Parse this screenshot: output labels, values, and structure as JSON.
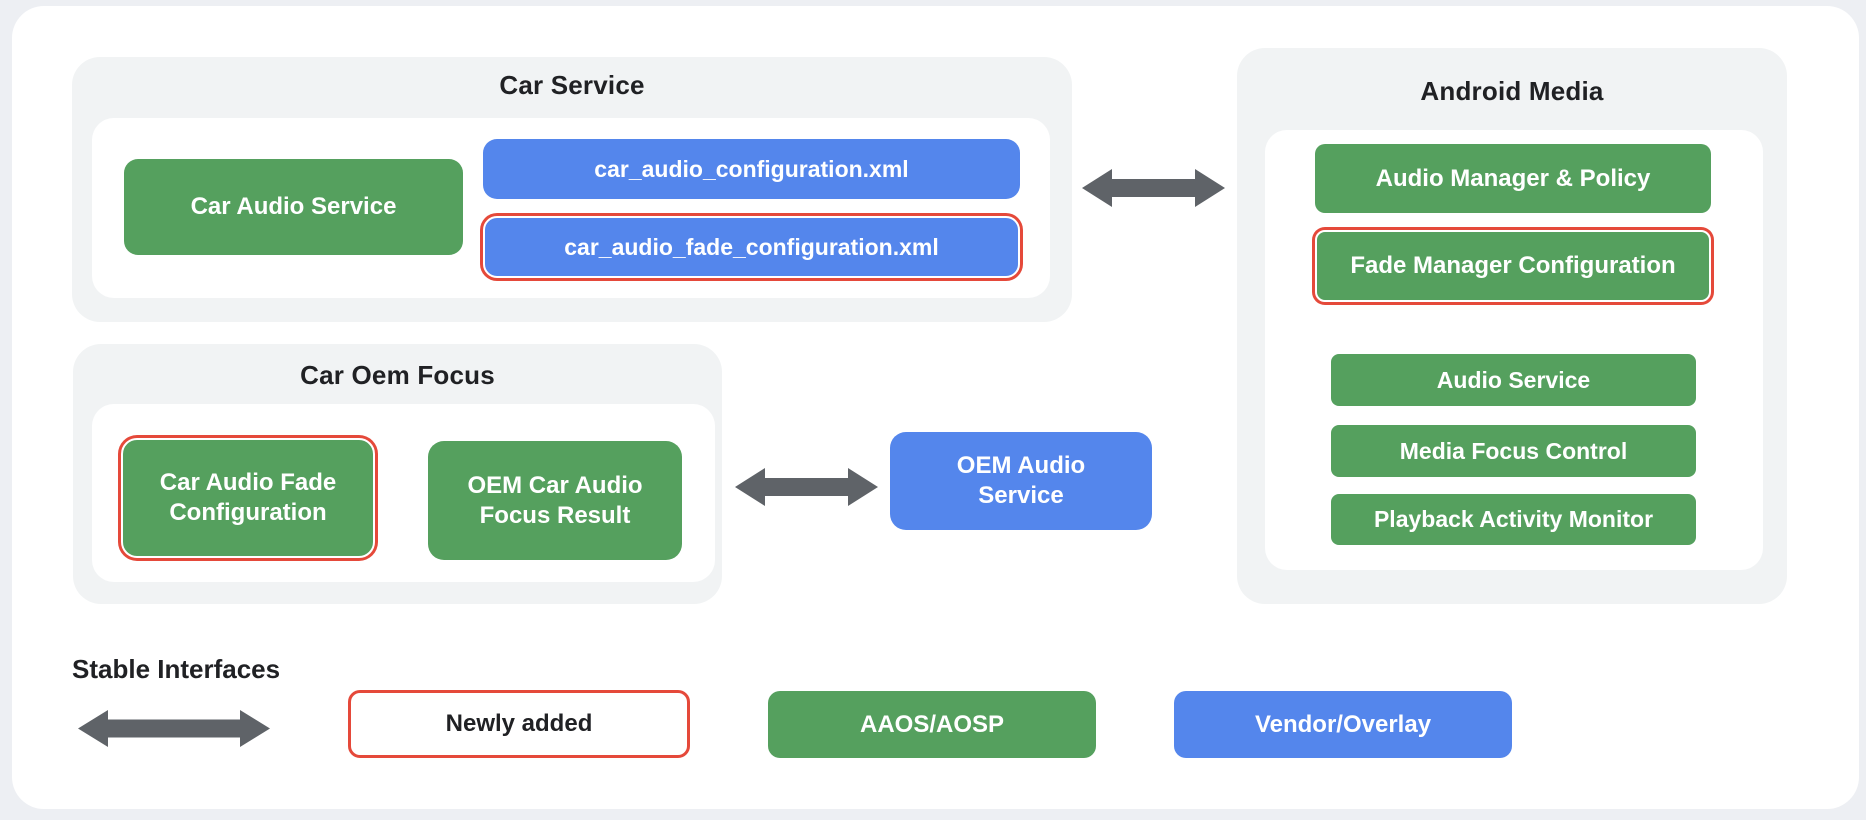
{
  "palette": {
    "green": "#55a05e",
    "blue": "#5486ec",
    "red": "#e5493a",
    "arrow_gray": "#5f6368",
    "group_bg": "#f1f3f4",
    "page_bg": "#edeff3",
    "text_dark": "#202124"
  },
  "groups": {
    "car_service": {
      "title": "Car Service",
      "car_audio_service": "Car Audio Service",
      "car_audio_configuration": "car_audio_configuration.xml",
      "car_audio_fade_configuration": "car_audio_fade_configuration.xml"
    },
    "android_media": {
      "title": "Android Media",
      "audio_manager_policy": "Audio Manager & Policy",
      "fade_manager_configuration": "Fade Manager Configuration",
      "audio_service": "Audio Service",
      "media_focus_control": "Media Focus Control",
      "playback_activity_monitor": "Playback Activity Monitor"
    },
    "car_oem_focus": {
      "title": "Car Oem Focus",
      "car_audio_fade_configuration": "Car Audio Fade Configuration",
      "oem_car_audio_focus_result": "OEM Car Audio Focus Result"
    }
  },
  "nodes": {
    "oem_audio_service": "OEM Audio Service"
  },
  "legend": {
    "stable_interfaces": "Stable Interfaces",
    "newly_added": "Newly added",
    "aaos_aosp": "AAOS/AOSP",
    "vendor_overlay": "Vendor/Overlay"
  }
}
